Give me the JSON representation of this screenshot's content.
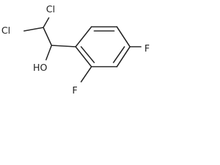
{
  "molecule": {
    "atoms": {
      "cl_upper": "Cl",
      "cl_left": "Cl",
      "hydroxyl": "HO",
      "fluoro_para": "F",
      "fluoro_ortho": "F"
    }
  }
}
